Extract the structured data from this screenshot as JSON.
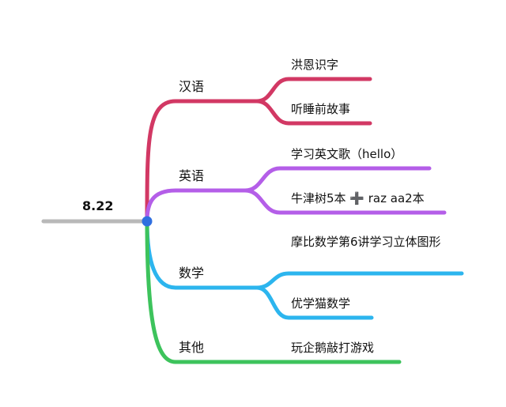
{
  "root": {
    "label": "8.22",
    "color": "#b9b9b9",
    "node_color": "#2f6fe0"
  },
  "branches": [
    {
      "label": "汉语",
      "color": "#d23864",
      "leaves": [
        {
          "label": "洪恩识字"
        },
        {
          "label": "听睡前故事"
        }
      ]
    },
    {
      "label": "英语",
      "color": "#b45ee8",
      "leaves": [
        {
          "label": "学习英文歌（hello）"
        },
        {
          "label": "牛津树5本 ➕ raz aa2本"
        }
      ]
    },
    {
      "label": "数学",
      "color": "#2cb5ee",
      "leaves": [
        {
          "label": "摩比数学第6讲学习立体图形"
        },
        {
          "label": "优学猫数学"
        }
      ]
    },
    {
      "label": "其他",
      "color": "#3dc35c",
      "leaves": [
        {
          "label": "玩企鹅敲打游戏"
        }
      ]
    }
  ]
}
